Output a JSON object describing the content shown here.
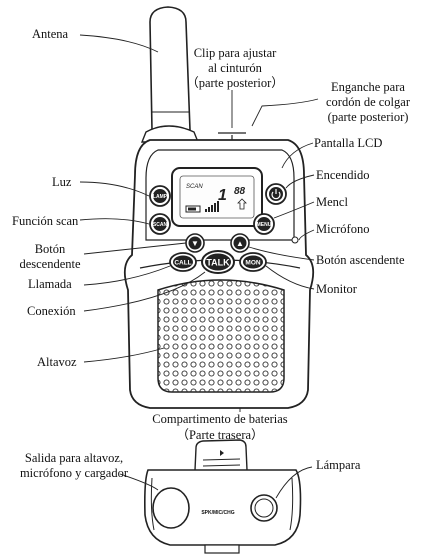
{
  "labels": {
    "antena": "Antena",
    "clip_1": "Clip para ajustar",
    "clip_2": "al cinturón",
    "clip_3": "（parte posterior）",
    "enganche_1": "Enganche para",
    "enganche_2": "cordón de colgar",
    "enganche_3": "(parte posterior)",
    "pantalla": "Pantalla LCD",
    "luz": "Luz",
    "encendido": "Encendido",
    "scan": "Función scan",
    "menu": "Mencl",
    "microfono": "Micrófono",
    "boton_desc_1": "Botón",
    "boton_desc_2": "descendente",
    "boton_asc": "Botón ascendente",
    "llamada": "Llamada",
    "monitor": "Monitor",
    "conexion": "Conexión",
    "altavoz": "Altavoz",
    "baterias_1": "Compartimento de baterias",
    "baterias_2": "（Parte trasera）",
    "salida_1": "Salida para altavoz,",
    "salida_2": "micrófono y cargador",
    "lampara": "Lámpara"
  },
  "buttons": {
    "lamp": "LAMP",
    "scan": "SCAN",
    "menu": "MENU",
    "call": "CALL",
    "talk": "TALK",
    "mon": "MON",
    "down": "▼",
    "up": "▲",
    "jack": "SPK/MIC/CHG"
  },
  "lcd": {
    "mode": "SCAN",
    "channel": "1",
    "code": "88"
  }
}
